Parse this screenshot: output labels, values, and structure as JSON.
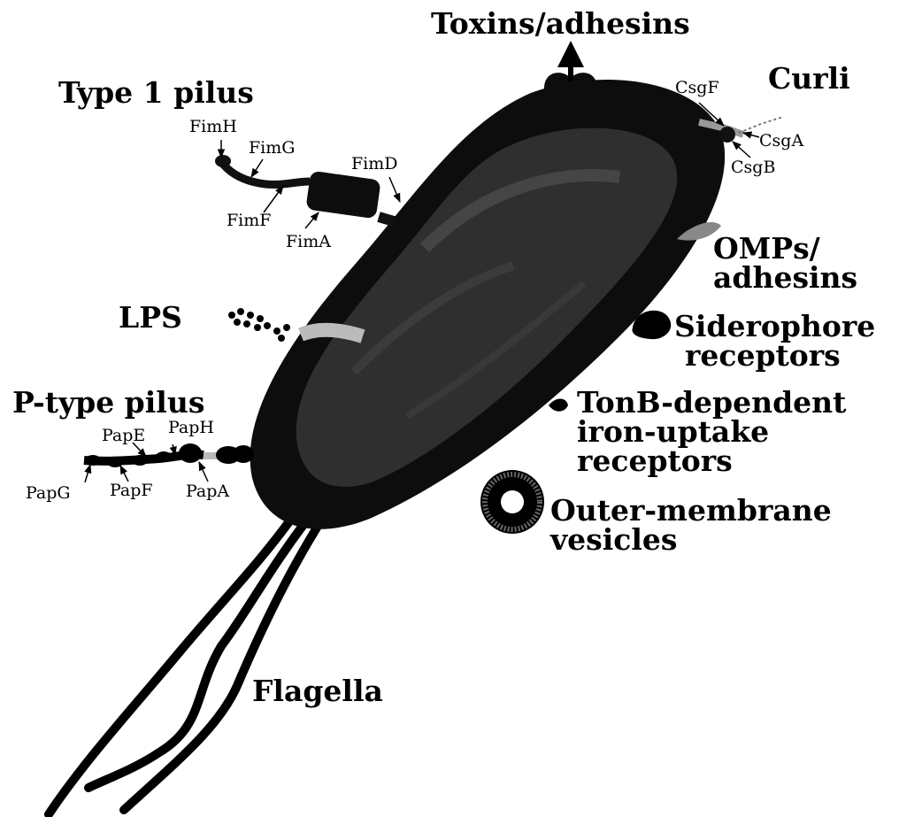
{
  "labels": {
    "toxins": "Toxins/adhesins",
    "curli": "Curli",
    "type1_pilus": "Type 1 pilus",
    "lps": "LPS",
    "ptype_pilus": "P-type pilus",
    "omps_line1": "OMPs/",
    "omps_line2": "adhesins",
    "siderophore_line1": "Siderophore",
    "siderophore_line2": "receptors",
    "tonb_line1": "TonB-dependent",
    "tonb_line2": "iron-uptake",
    "tonb_line3": "receptors",
    "omv_line1": "Outer-membrane",
    "omv_line2": "vesicles",
    "flagella": "Flagella"
  },
  "subunits": {
    "fimH": "FimH",
    "fimG": "FimG",
    "fimF": "FimF",
    "fimA": "FimA",
    "fimD": "FimD",
    "csgF": "CsgF",
    "csgA": "CsgA",
    "csgB": "CsgB",
    "papE": "PapE",
    "papH": "PapH",
    "papG": "PapG",
    "papF": "PapF",
    "papA": "PapA"
  },
  "colors": {
    "ink": "#000000",
    "cell_fill": "#0d0d0d",
    "cytoplasm": "#2f2f2f",
    "background": "#ffffff"
  }
}
